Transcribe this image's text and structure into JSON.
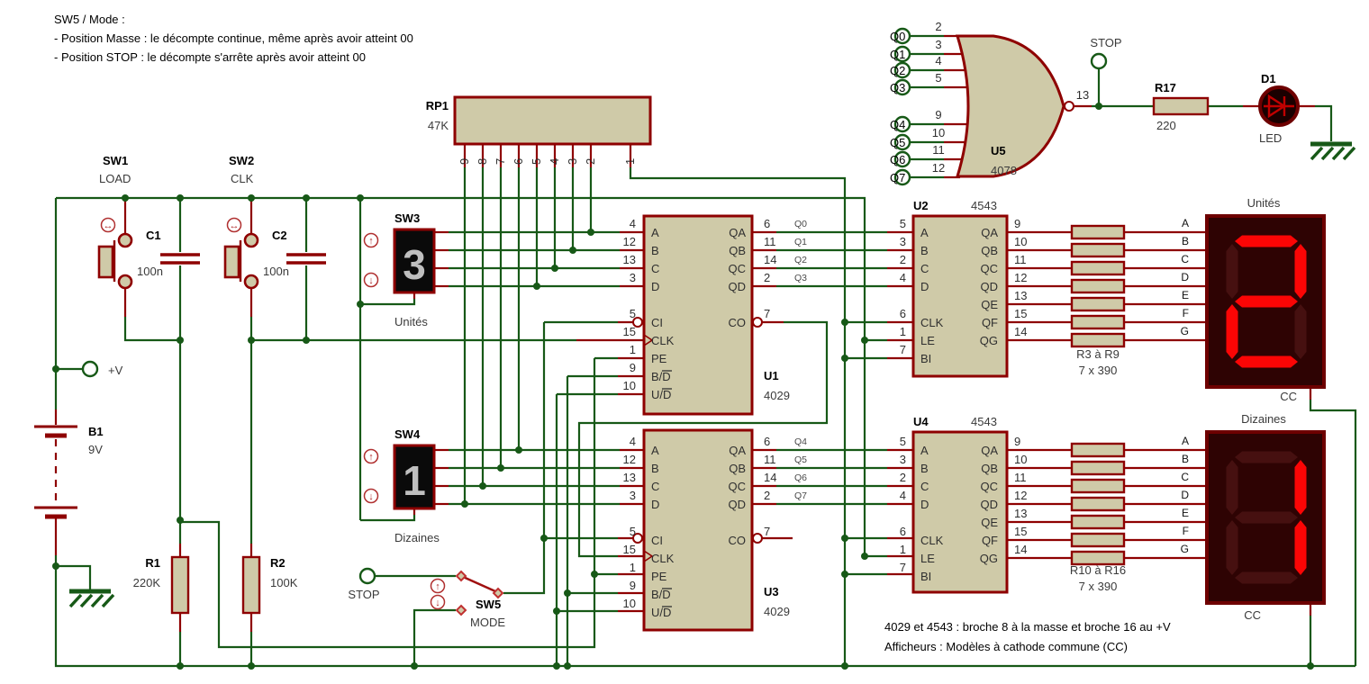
{
  "notes": {
    "line1": "SW5 / Mode :",
    "line2": "- Position Masse : le décompte continue, même après avoir atteint 00",
    "line3": "- Position STOP : le décompte s'arrête après avoir atteint 00"
  },
  "footer": {
    "line1": "4029 et 4543 : broche 8 à la masse et broche 16 au +V",
    "line2": "Afficheurs : Modèles à cathode commune (CC)"
  },
  "colors": {
    "wire": "#175917",
    "component": "#8e0000",
    "fill": "#cfcaa8",
    "display_bg": "#2e0303",
    "display_border": "#6e0000",
    "segment_on": "#fb0505",
    "segment_off": "#461010",
    "pin_text": "#2f2f2f",
    "value_text": "#3a3a3a",
    "net_text": "#4a4a4a",
    "bcd_digit": "#bfbfbf",
    "accent_red": "#b03030"
  },
  "icons": {
    "up": "↑",
    "down": "↓",
    "leftright": "↔"
  },
  "power": {
    "vplus": "+V"
  },
  "components": {
    "rp1": {
      "ref": "RP1",
      "value": "47K",
      "pins": [
        "9",
        "8",
        "7",
        "6",
        "5",
        "4",
        "3",
        "2"
      ],
      "common": "1"
    },
    "sw1": {
      "ref": "SW1",
      "value": "LOAD"
    },
    "sw2": {
      "ref": "SW2",
      "value": "CLK"
    },
    "c1": {
      "ref": "C1",
      "value": "100n"
    },
    "c2": {
      "ref": "C2",
      "value": "100n"
    },
    "b1": {
      "ref": "B1",
      "value": "9V"
    },
    "r1": {
      "ref": "R1",
      "value": "220K"
    },
    "r2": {
      "ref": "R2",
      "value": "100K"
    },
    "sw3": {
      "ref": "SW3",
      "digit": "3",
      "caption": "Unités"
    },
    "sw4": {
      "ref": "SW4",
      "digit": "1",
      "caption": "Dizaines"
    },
    "sw5": {
      "ref": "SW5",
      "value": "MODE",
      "stop": "STOP"
    },
    "u1": {
      "ref": "U1",
      "value": "4029"
    },
    "u3": {
      "ref": "U3",
      "value": "4029"
    },
    "u2": {
      "ref": "U2",
      "value": "4543"
    },
    "u4": {
      "ref": "U4",
      "value": "4543"
    },
    "u5": {
      "ref": "U5",
      "value": "4078",
      "out_pin": "13",
      "stop": "STOP"
    },
    "r17": {
      "ref": "R17",
      "value": "220"
    },
    "d1": {
      "ref": "D1",
      "value": "LED"
    },
    "rnet1": {
      "label": "R3 à R9",
      "value": "7 x 390"
    },
    "rnet2": {
      "label": "R10 à R16",
      "value": "7 x 390"
    },
    "disp1": {
      "title": "Unités",
      "cc": "CC",
      "digit": "2",
      "segments_on": [
        "A",
        "B",
        "G",
        "E",
        "D"
      ]
    },
    "disp2": {
      "title": "Dizaines",
      "cc": "CC",
      "digit": "1",
      "segments_on": [
        "B",
        "C"
      ]
    }
  },
  "pins_4029": {
    "left": [
      {
        "n": "4",
        "l": "A"
      },
      {
        "n": "12",
        "l": "B"
      },
      {
        "n": "13",
        "l": "C"
      },
      {
        "n": "3",
        "l": "D"
      },
      {
        "n": "5",
        "l": "CI"
      },
      {
        "n": "15",
        "l": "CLK"
      },
      {
        "n": "1",
        "l": "PE"
      },
      {
        "n": "9",
        "l": "B/D",
        "bar": true
      },
      {
        "n": "10",
        "l": "U/D",
        "bar": true
      }
    ],
    "right": [
      {
        "n": "6",
        "l": "QA"
      },
      {
        "n": "11",
        "l": "QB"
      },
      {
        "n": "14",
        "l": "QC"
      },
      {
        "n": "2",
        "l": "QD"
      },
      {
        "n": "7",
        "l": "CO"
      }
    ]
  },
  "pins_4543": {
    "left": [
      {
        "n": "5",
        "l": "A"
      },
      {
        "n": "3",
        "l": "B"
      },
      {
        "n": "2",
        "l": "C"
      },
      {
        "n": "4",
        "l": "D"
      },
      {
        "n": "6",
        "l": "CLK"
      },
      {
        "n": "1",
        "l": "LE"
      },
      {
        "n": "7",
        "l": "BI"
      }
    ],
    "right": [
      {
        "n": "9",
        "l": "QA"
      },
      {
        "n": "10",
        "l": "QB"
      },
      {
        "n": "11",
        "l": "QC"
      },
      {
        "n": "12",
        "l": "QD"
      },
      {
        "n": "13",
        "l": "QE"
      },
      {
        "n": "15",
        "l": "QF"
      },
      {
        "n": "14",
        "l": "QG"
      }
    ]
  },
  "nets": {
    "u1_out": [
      "Q0",
      "Q1",
      "Q2",
      "Q3"
    ],
    "u3_out": [
      "Q4",
      "Q5",
      "Q6",
      "Q7"
    ],
    "segment_names": [
      "A",
      "B",
      "C",
      "D",
      "E",
      "F",
      "G"
    ]
  },
  "gate": {
    "inputs": [
      {
        "label": "Q0",
        "pin": "2"
      },
      {
        "label": "Q1",
        "pin": "3"
      },
      {
        "label": "Q2",
        "pin": "4"
      },
      {
        "label": "Q3",
        "pin": "5"
      },
      {
        "label": "Q4",
        "pin": "9"
      },
      {
        "label": "Q5",
        "pin": "10"
      },
      {
        "label": "Q6",
        "pin": "11"
      },
      {
        "label": "Q7",
        "pin": "12"
      }
    ]
  }
}
